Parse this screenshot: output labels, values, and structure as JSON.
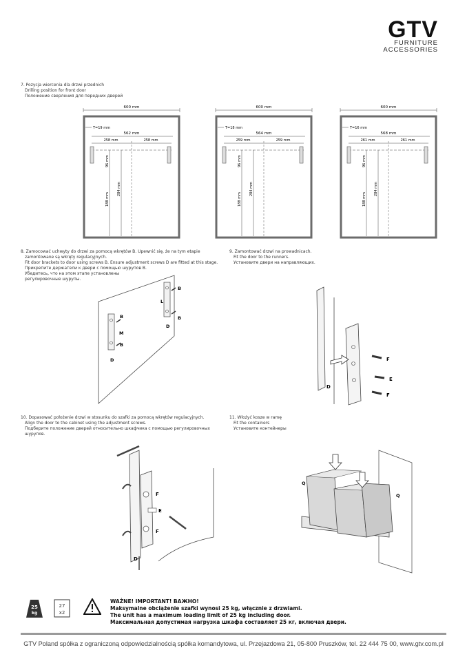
{
  "brand": {
    "logo": "GTV",
    "line1": "FURNITURE",
    "line2": "ACCESSORIES"
  },
  "step7": {
    "title": "7. Pozycja wiercenia dla drzwi przednich",
    "line_en": "Drilling position for front door",
    "line_ru": "Положение сверления для передних дверей",
    "diagrams": [
      {
        "width": "600 mm",
        "t": "T=19 mm",
        "inner": "562 mm",
        "half_left": "258 mm",
        "half_right": "258 mm",
        "h1": "96 mm",
        "h2": "188 mm",
        "h3": "284 mm"
      },
      {
        "width": "600 mm",
        "t": "T=18 mm",
        "inner": "564 mm",
        "half_left": "259 mm",
        "half_right": "259 mm",
        "h1": "96 mm",
        "h2": "188 mm",
        "h3": "284 mm"
      },
      {
        "width": "600 mm",
        "t": "T=16 mm",
        "inner": "568 mm",
        "half_left": "261 mm",
        "half_right": "261 mm",
        "h1": "96 mm",
        "h2": "188 mm",
        "h3": "284 mm"
      }
    ]
  },
  "step8": {
    "l1": "8. Zamocować uchwyty do drzwi za pomocą wkrętów B. Upewnić się, że na tym etapie",
    "l2": "zamontowane są wkręty regulacyjnych.",
    "l3": "Fit door brackets to door using screws B. Ensure adjustment screws D are fitted at this stage.",
    "l4": "Прикрепите держатели к двери с помощью шурупов B.",
    "l5": "Убедитесь, что на этом этапе установлены",
    "l6": "регулировочные шурупы.",
    "labels": {
      "b": "B",
      "l": "L",
      "d": "D",
      "m": "M"
    }
  },
  "step9": {
    "l1": "9. Zamontować drzwi na prowadnicach.",
    "l2": "Fit the door to the runners.",
    "l3": "Установите двери на направляющих.",
    "labels": {
      "f": "F",
      "e": "E",
      "d": "D"
    }
  },
  "step10": {
    "l1": "10. Dopasować położenie drzwi w stosunku do szafki za pomocą wkrętów regulacyjnych.",
    "l2": "Align the door to the cabinet using the adjustment screws.",
    "l3": "Подберите положение дверей относительно шкафчика с помощью регулировочных",
    "l4": "шурупов.",
    "labels": {
      "f": "F",
      "e": "E",
      "d": "D"
    }
  },
  "step11": {
    "l1": "11. Włożyć kosze w ramę",
    "l2": "Fit the containers",
    "l3": "Установите контейнеры",
    "labels": {
      "q": "Q"
    }
  },
  "warning": {
    "weight_icon": "25\nkg",
    "box_icon": "27 L x2",
    "title": "WAŻNE! IMPORTANT! ВАЖНО!",
    "pl": "Maksymalne obciążenie szafki wynosi 25 kg, włącznie z drzwiami.",
    "en": "The unit has a maximum loading limit of 25 kg including door.",
    "ru": "Максимальная допустимая нагрузка шкафа составляет 25 кг, включая двери."
  },
  "footer": "GTV Poland spółka z ograniczoną odpowiedzialnością spółka komandytowa, ul. Przejazdowa 21, 05-800 Pruszków, tel. 22 444 75 00, www.gtv.com.pl"
}
